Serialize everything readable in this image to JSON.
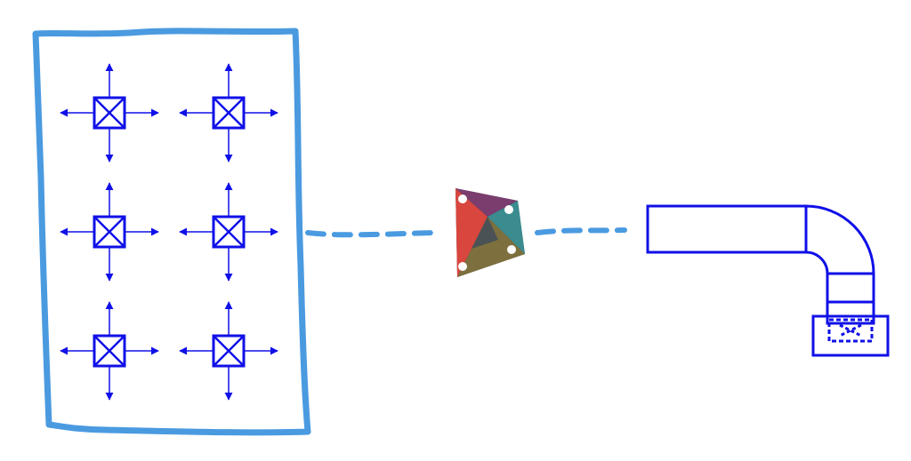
{
  "diagram": {
    "grid": {
      "rows": 3,
      "cols": 2,
      "symbol": "diffuser-box-x-icon",
      "arrow_directions": [
        "up",
        "down",
        "left",
        "right"
      ]
    },
    "connector": {
      "style": "dashed"
    },
    "logo": {
      "name": "dynamo-logo"
    },
    "duct": {
      "symbol": "duct-elbow-with-box"
    },
    "colors": {
      "sketch_blue": "#4a9ae0",
      "symbol_blue": "#1010e8",
      "logo_red": "#d9463e",
      "logo_purple": "#7b3d6e",
      "logo_teal": "#3a8c8f",
      "logo_olive": "#8b7a3c",
      "logo_dark": "#2e3a4a"
    }
  }
}
